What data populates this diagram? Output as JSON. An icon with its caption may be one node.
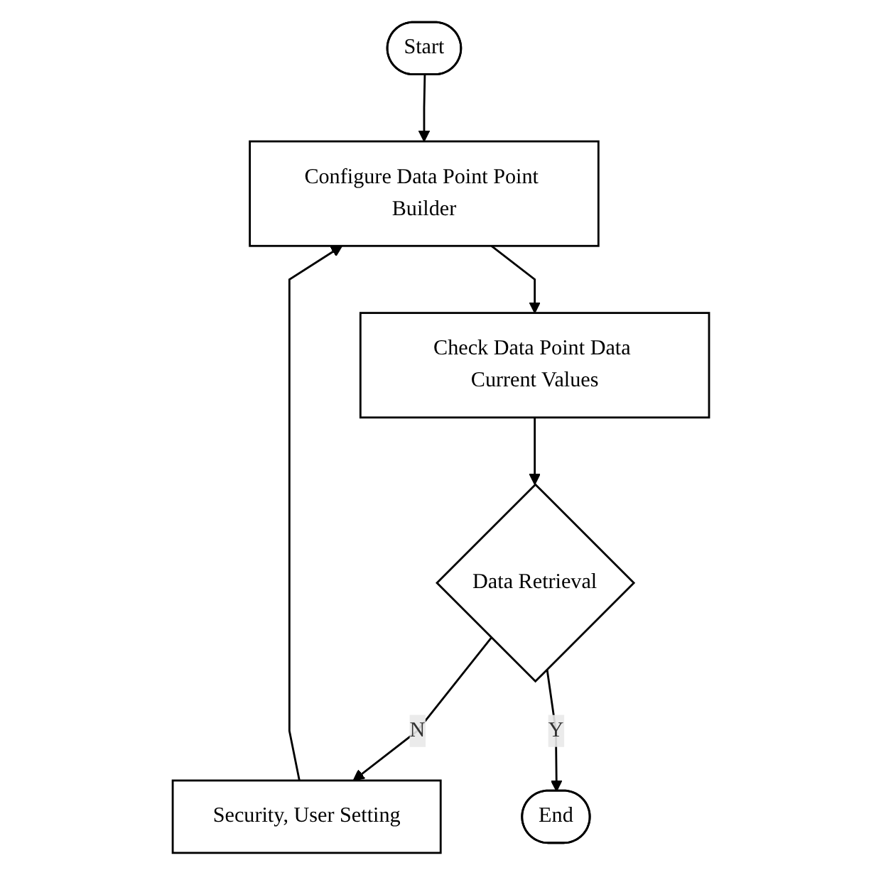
{
  "diagram": {
    "nodes": [
      {
        "text": [
          "Start"
        ]
      },
      {
        "text": [
          "Configure Data Point Point Builder"
        ]
      },
      {
        "text": [
          "Check Data Point Data Current Values"
        ]
      },
      {
        "text": [
          "Data Retrieval"
        ]
      },
      {
        "text": [
          "Security, User Setting"
        ]
      },
      {
        "text": [
          "End"
        ]
      }
    ],
    "edges": [
      {
        "from": 0,
        "to": 1,
        "arrow": "to"
      },
      {
        "from": 1,
        "to": 2,
        "arrow": "to"
      },
      {
        "from": 2,
        "to": 3,
        "arrow": "to"
      },
      {
        "from": 3,
        "to": 4,
        "arrow": "to",
        "label": "N"
      },
      {
        "from": 3,
        "to": 5,
        "arrow": "to",
        "label": "Y"
      },
      {
        "from": 4,
        "to": 1,
        "arrow": "to"
      }
    ]
  }
}
